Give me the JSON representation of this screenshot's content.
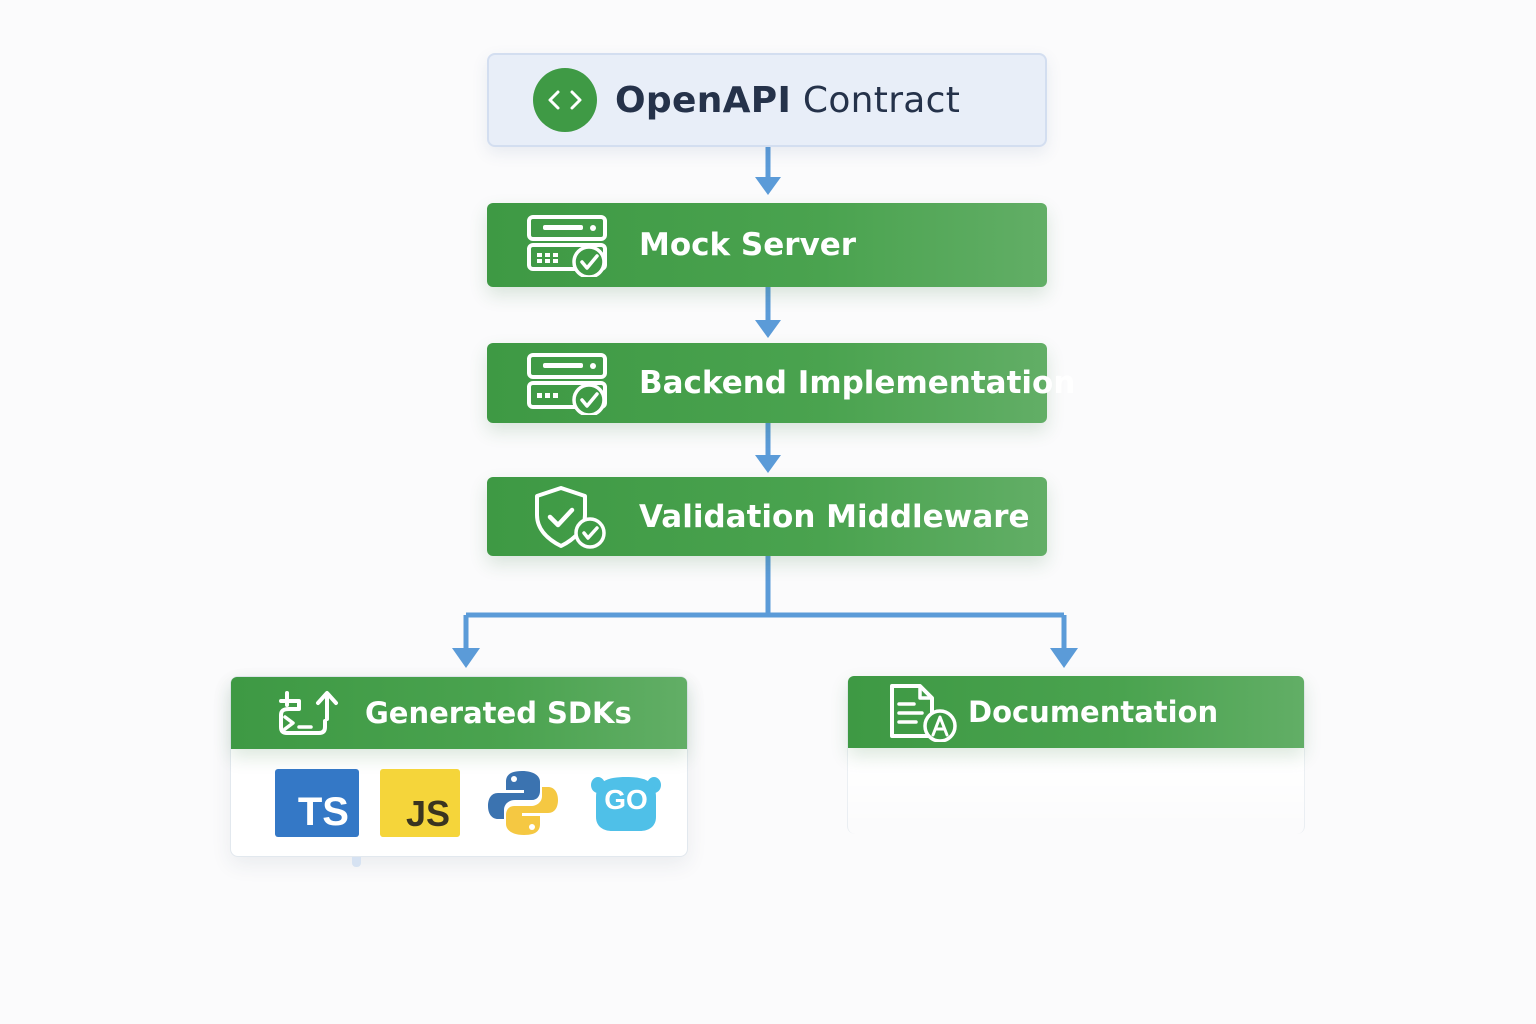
{
  "contract": {
    "title_strong": "OpenAPI",
    "title_rest": " Contract",
    "icon": "code-brackets-icon"
  },
  "steps": [
    {
      "label": "Mock Server",
      "icon": "server-check-icon"
    },
    {
      "label": "Backend Implementation",
      "icon": "server-check-icon"
    },
    {
      "label": "Validation Middleware",
      "icon": "shield-check-icon"
    }
  ],
  "outputs": {
    "sdks": {
      "label": "Generated SDKs",
      "icon": "terminal-upload-icon",
      "languages": [
        {
          "text": "TS",
          "icon": "typescript-icon",
          "color": "#3478c6"
        },
        {
          "text": "JS",
          "icon": "javascript-icon",
          "color": "#f5d53a"
        },
        {
          "text": "",
          "icon": "python-icon",
          "color": "#3b73b0"
        },
        {
          "text": "GO",
          "icon": "go-gopher-icon",
          "color": "#4fc0e8"
        }
      ]
    },
    "docs": {
      "label": "Documentation",
      "icon": "document-font-icon"
    }
  },
  "colors": {
    "accent_green": "#3f9a45",
    "connector_blue": "#5b9bd8",
    "contract_bg": "#e8eef8"
  }
}
